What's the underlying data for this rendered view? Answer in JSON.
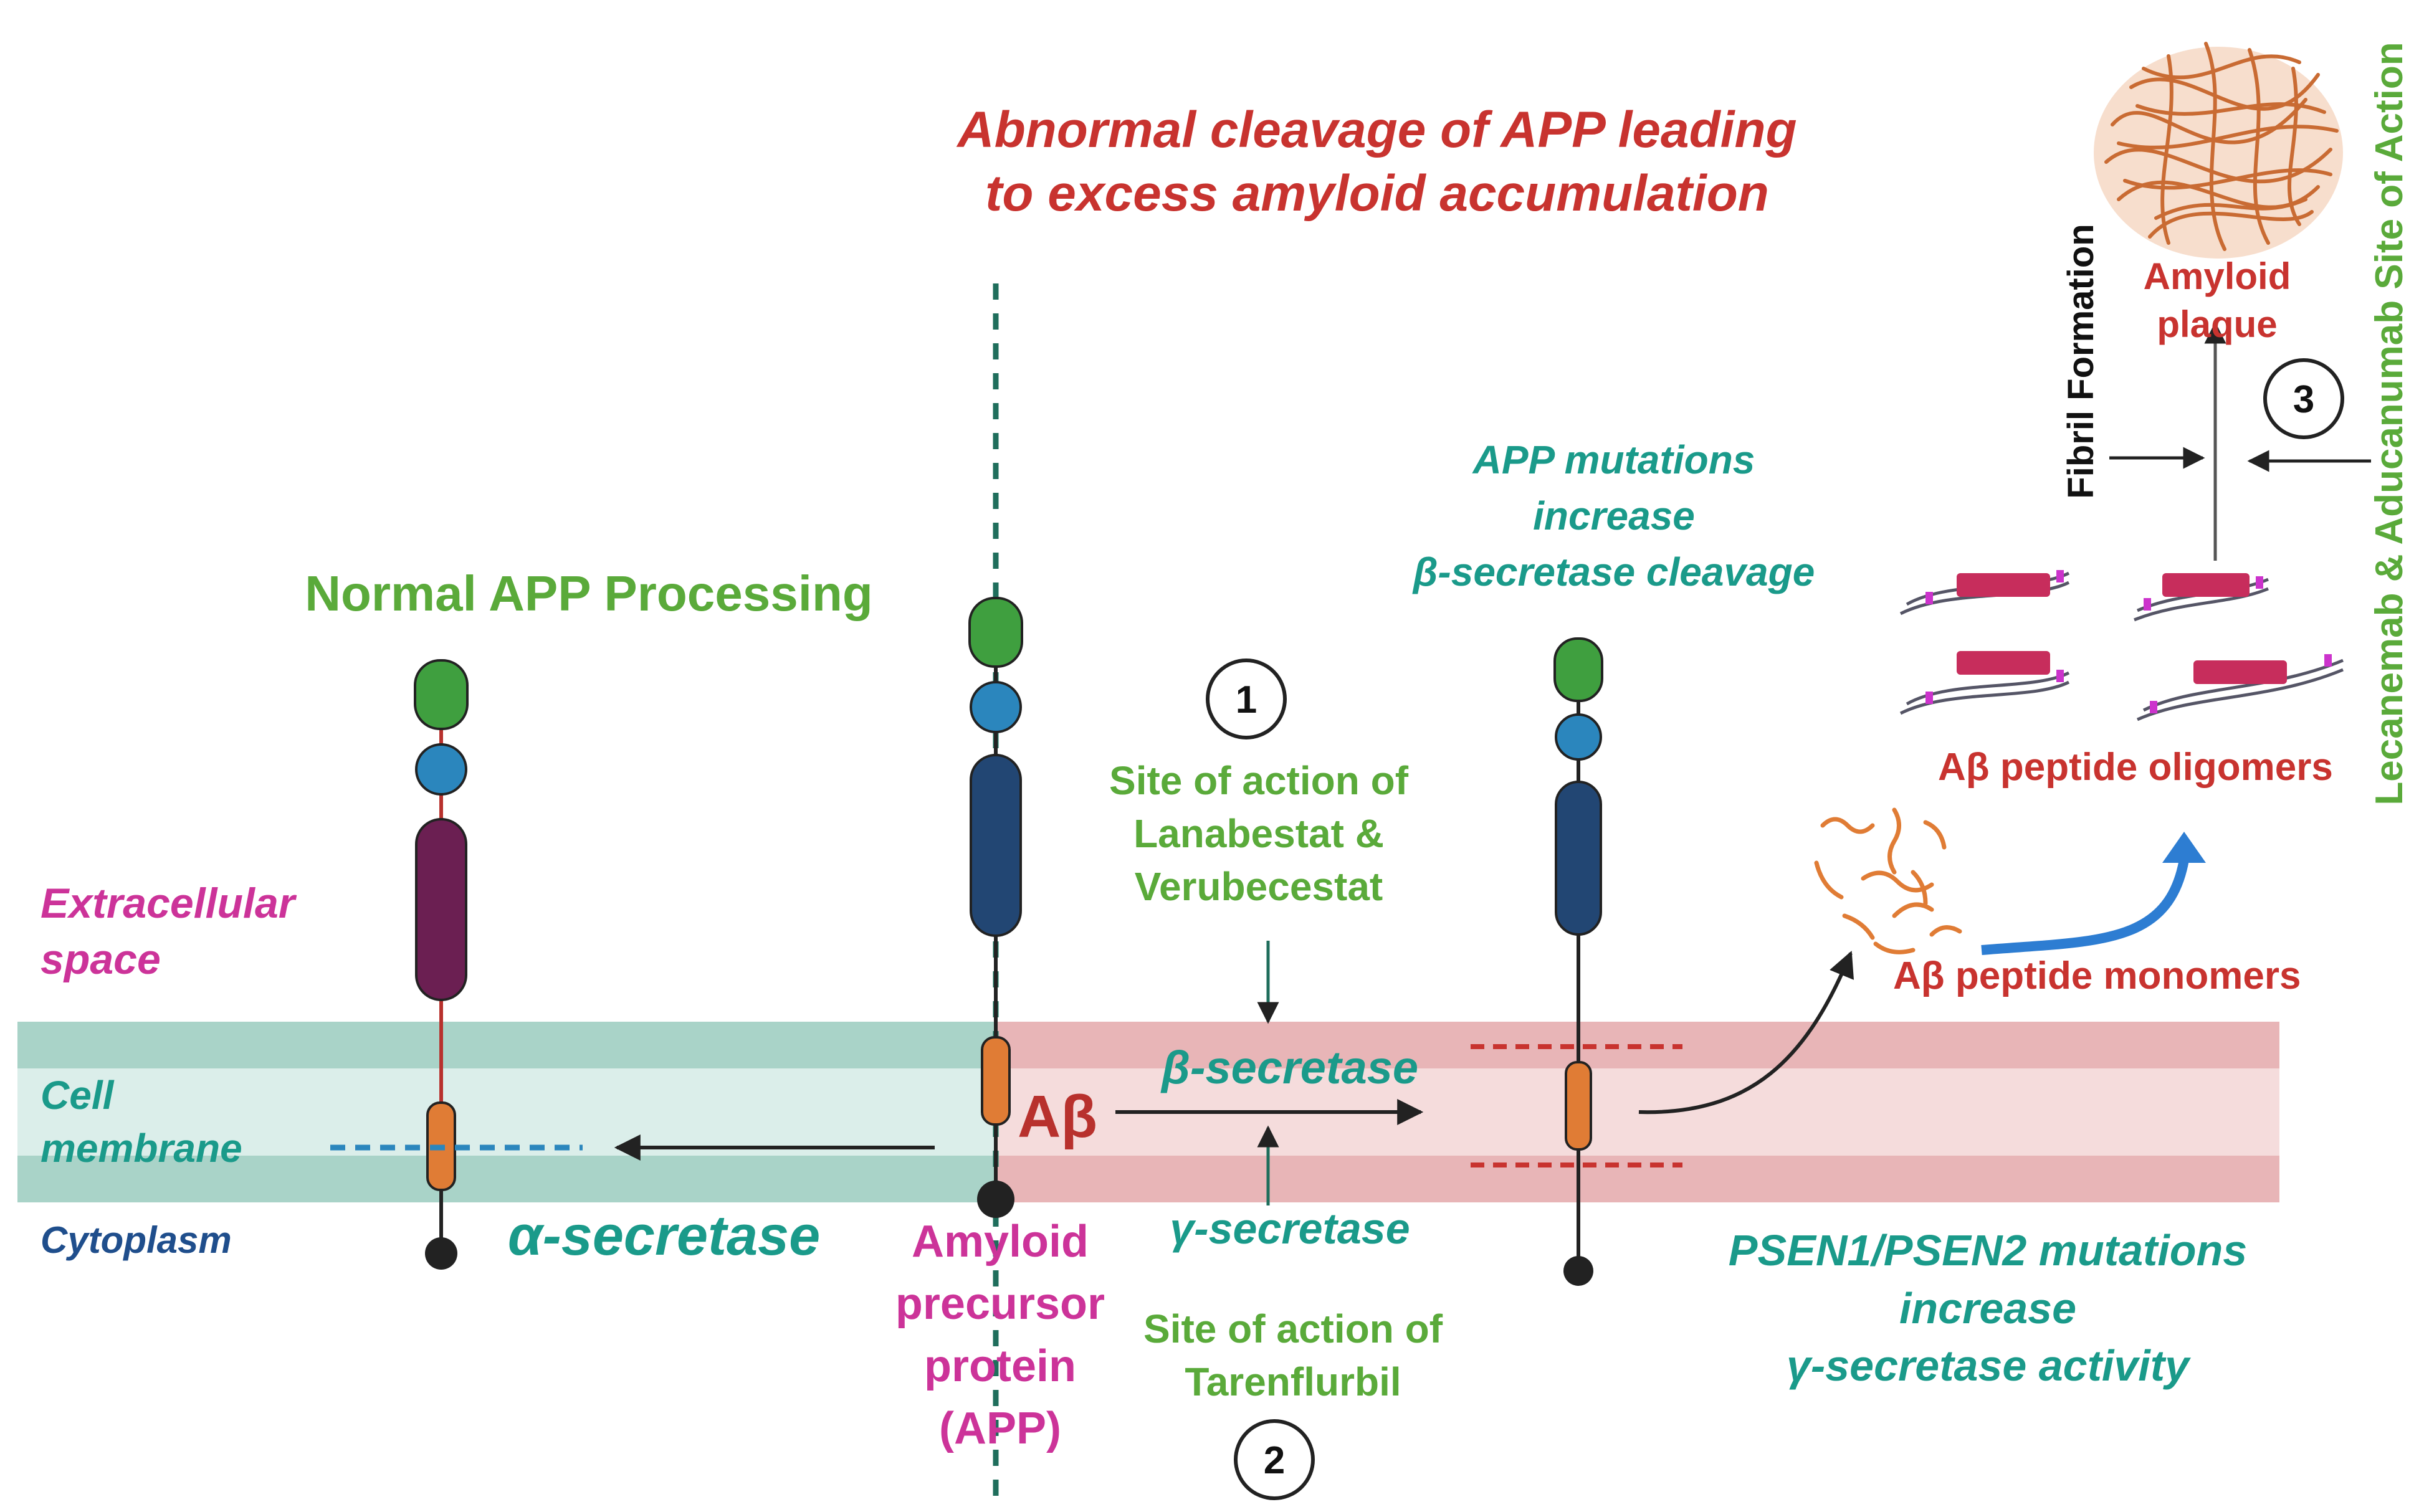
{
  "title": {
    "line1": "Abnormal cleavage of APP leading",
    "line2": "to excess amyloid accumulation"
  },
  "normal_heading": "Normal APP Processing",
  "regions": {
    "extracellular_1": "Extracellular",
    "extracellular_2": "space",
    "membrane_1": "Cell",
    "membrane_2": "membrane",
    "cytoplasm": "Cytoplasm"
  },
  "alpha_secretase": "α-secretase",
  "abeta": "Aβ",
  "beta_secretase": "β-secretase",
  "gamma_secretase": "γ-secretase",
  "app_label": {
    "l1": "Amyloid",
    "l2": "precursor",
    "l3": "protein",
    "l4": "(APP)"
  },
  "step1": {
    "number": "1",
    "l1": "Site of action of",
    "l2": "Lanabestat &",
    "l3": "Verubecestat"
  },
  "step2": {
    "number": "2",
    "l1": "Site of action of",
    "l2": "Tarenflurbil"
  },
  "step3": {
    "number": "3"
  },
  "app_mutations": {
    "l1": "APP mutations",
    "l2": "increase",
    "l3": "β-secretase cleavage"
  },
  "psen_mutations": {
    "l1": "PSEN1/PSEN2 mutations",
    "l2": "increase",
    "l3": "γ-secretase activity"
  },
  "monomers": "Aβ peptide monomers",
  "oligomers": "Aβ peptide oligomers",
  "plaque": {
    "l1": "Amyloid",
    "l2": "plaque"
  },
  "fibril": "Fibril Formation",
  "antibodies": "Lecanemab & Aducanumab  Site of Action",
  "colors": {
    "membrane_outer_left": "#a9d3c8",
    "membrane_inner_left": "#dbeeea",
    "membrane_outer_right": "#e8b5b7",
    "membrane_inner_right": "#f5dcdc",
    "green_domain": "#3f9f3f",
    "blue_domain": "#2b86bd",
    "navy_domain": "#224673",
    "purple_domain": "#6b1f52",
    "orange_domain": "#e07c35",
    "plaque": "#c96b33",
    "oligomer": "#c72d5c"
  }
}
